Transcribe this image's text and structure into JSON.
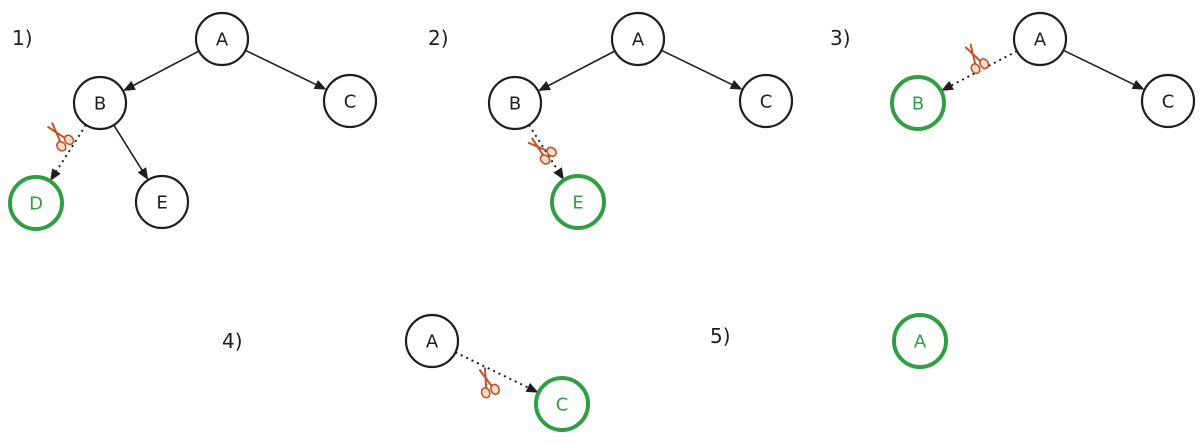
{
  "colors": {
    "ink": "#1e1e1e",
    "removed": "#2f9e44",
    "scissors": "#c2512a"
  },
  "panels": [
    {
      "step": "1)",
      "nodes": [
        {
          "id": "A",
          "label": "A",
          "state": "normal"
        },
        {
          "id": "B",
          "label": "B",
          "state": "normal"
        },
        {
          "id": "C",
          "label": "C",
          "state": "normal"
        },
        {
          "id": "D",
          "label": "D",
          "state": "removed"
        },
        {
          "id": "E",
          "label": "E",
          "state": "normal"
        }
      ],
      "edges": [
        {
          "from": "A",
          "to": "B",
          "cut": false
        },
        {
          "from": "A",
          "to": "C",
          "cut": false
        },
        {
          "from": "B",
          "to": "D",
          "cut": true
        },
        {
          "from": "B",
          "to": "E",
          "cut": false
        }
      ]
    },
    {
      "step": "2)",
      "nodes": [
        {
          "id": "A",
          "label": "A",
          "state": "normal"
        },
        {
          "id": "B",
          "label": "B",
          "state": "normal"
        },
        {
          "id": "C",
          "label": "C",
          "state": "normal"
        },
        {
          "id": "E",
          "label": "E",
          "state": "removed"
        }
      ],
      "edges": [
        {
          "from": "A",
          "to": "B",
          "cut": false
        },
        {
          "from": "A",
          "to": "C",
          "cut": false
        },
        {
          "from": "B",
          "to": "E",
          "cut": true
        }
      ]
    },
    {
      "step": "3)",
      "nodes": [
        {
          "id": "A",
          "label": "A",
          "state": "normal"
        },
        {
          "id": "B",
          "label": "B",
          "state": "removed"
        },
        {
          "id": "C",
          "label": "C",
          "state": "normal"
        }
      ],
      "edges": [
        {
          "from": "A",
          "to": "B",
          "cut": true
        },
        {
          "from": "A",
          "to": "C",
          "cut": false
        }
      ]
    },
    {
      "step": "4)",
      "nodes": [
        {
          "id": "A",
          "label": "A",
          "state": "normal"
        },
        {
          "id": "C",
          "label": "C",
          "state": "removed"
        }
      ],
      "edges": [
        {
          "from": "A",
          "to": "C",
          "cut": true
        }
      ]
    },
    {
      "step": "5)",
      "nodes": [
        {
          "id": "A",
          "label": "A",
          "state": "removed"
        }
      ],
      "edges": []
    }
  ]
}
